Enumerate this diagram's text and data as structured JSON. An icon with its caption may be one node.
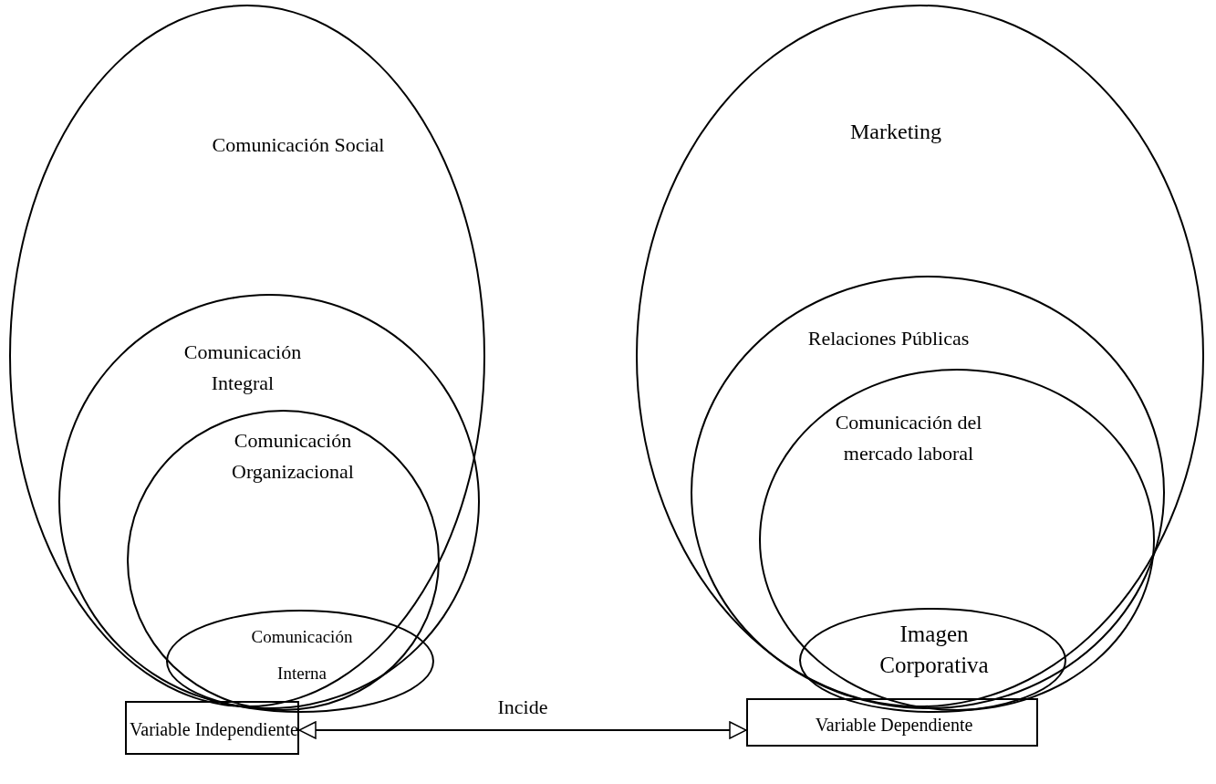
{
  "diagram": {
    "nodes": [
      {
        "text": [
          "Comunicación Social"
        ]
      },
      {
        "text": [
          "Comunicación Integral"
        ],
        "in": 0
      },
      {
        "text": [
          "Comunicación Organizacional"
        ],
        "in": 1
      },
      {
        "text": [
          "Comunicación Interna"
        ],
        "in": 2
      },
      {
        "text": [
          "Marketing"
        ]
      },
      {
        "text": [
          "Relaciones Públicas"
        ],
        "in": 4
      },
      {
        "text": [
          "Comunicación del mercado laboral"
        ],
        "in": 5
      },
      {
        "text": [
          "Imagen Corporativa"
        ],
        "in": 6
      },
      {
        "text": [
          "Variable Independiente"
        ]
      },
      {
        "text": [
          "Variable Dependiente"
        ]
      }
    ],
    "edges": [
      {
        "from": 8,
        "to": 9,
        "arrow": "both",
        "label": "Incide"
      }
    ]
  }
}
